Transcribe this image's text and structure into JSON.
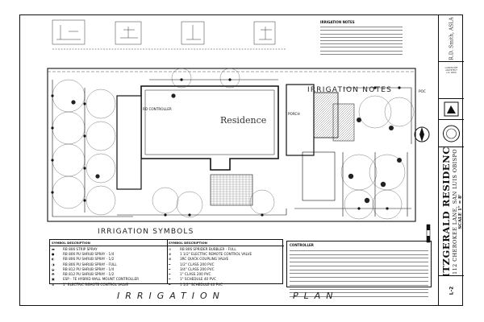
{
  "drawing": {
    "residence_label": "Residence",
    "controller_tag": "RD CONTROLLER",
    "porch_tag": "PORCH",
    "poc_tag": "POC",
    "symbols_heading": "IRRIGATION SYMBOLS",
    "notes_heading": "IRRIGATION NOTES",
    "plan_title_left": "IRRIGATION",
    "plan_title_right": "PLAN",
    "top_notes_title": "IRRIGATION NOTES",
    "notes_box_title": "CONTROLLER"
  },
  "legend": {
    "col1_header": "SYMBOL   DESCRIPTION",
    "col2_header": "SYMBOL   DESCRIPTION",
    "col1": [
      {
        "sym": "▬",
        "label": "RB 806 STRIP SPRAY"
      },
      {
        "sym": "●",
        "label": "RB 806 PU SHRUB SPRAY - 1/4"
      },
      {
        "sym": "◐",
        "label": "RB 806 PU SHRUB SPRAY - 1/2"
      },
      {
        "sym": "◑",
        "label": "RB 806 PU SHRUB SPRAY - FULL"
      },
      {
        "sym": "◒",
        "label": "RB 812 PU SHRUB SPRAY - 1/4"
      },
      {
        "sym": "◓",
        "label": "RB 812 PU SHRUB SPRAY - 1/2"
      },
      {
        "sym": "▣",
        "label": "ESP - 7E HYBRID WALL MOUNT CONTROLLER"
      },
      {
        "sym": "⊗",
        "label": "1\" ELECTRIC REMOTE CONTROL VALVE"
      }
    ],
    "col2": [
      {
        "sym": "⊙",
        "label": "RB 806 SPRIDER BUBBLER - FULL"
      },
      {
        "sym": "⊕",
        "label": "1 1/2\" ELECTRIC REMOTE CONTROL VALVE"
      },
      {
        "sym": "⊞",
        "label": "3RC QUICK COUPLING VALVE"
      },
      {
        "sym": "━",
        "label": "1/2\" CLASS 200 PVC"
      },
      {
        "sym": "━",
        "label": "3/4\" CLASS 200 PVC"
      },
      {
        "sym": "━",
        "label": "1\" CLASS 200 PVC"
      },
      {
        "sym": "━",
        "label": "1\" SCHEDULE 40 PVC"
      },
      {
        "sym": "━",
        "label": "1 1/2\" SCHEDULE 40 PVC"
      }
    ]
  },
  "title_block": {
    "designer": "R.D. Smith, ASLA",
    "firm_lines": [
      "LANDSCAPE",
      "ARCHITECT",
      "LIC. 0000"
    ],
    "project_name": "FITZGERALD RESIDENCE",
    "project_address": "112 CHEROKEE LANE, SAN LUIS OBISPO",
    "scale": "SCALE 1\" = 8'",
    "sheet": "L-2"
  },
  "colors": {
    "ink": "#111111",
    "paper": "#ffffff",
    "hatch": "#555555"
  }
}
